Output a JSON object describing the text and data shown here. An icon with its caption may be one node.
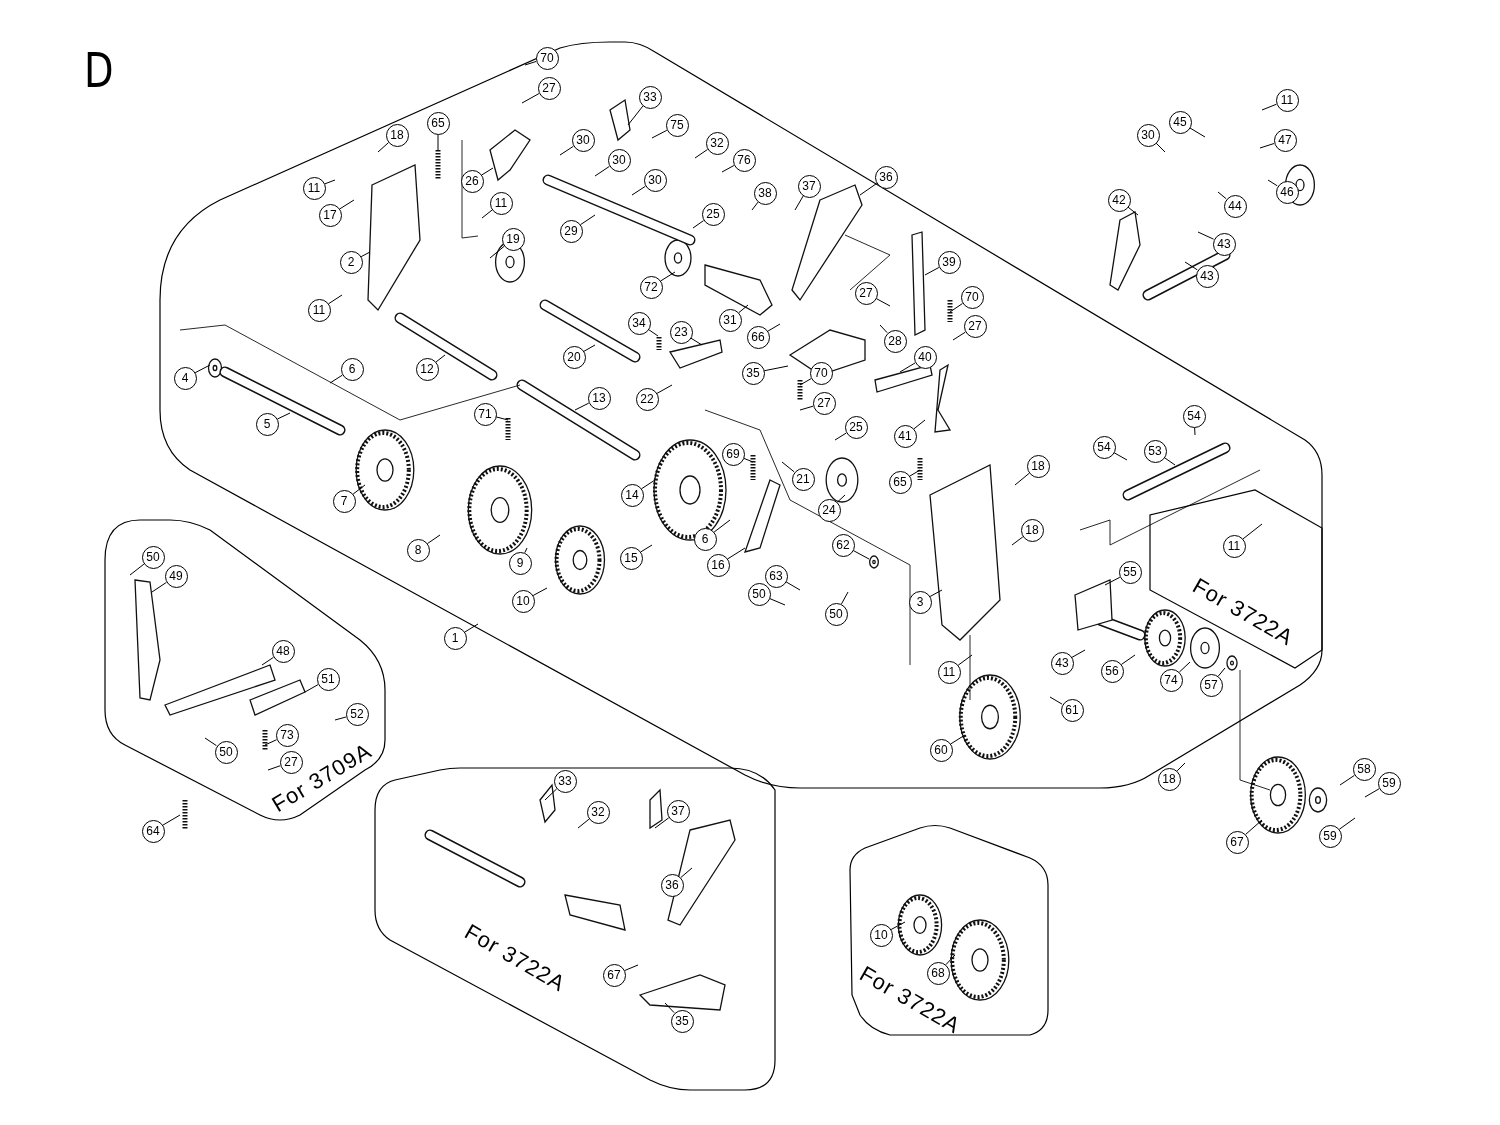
{
  "diagram": {
    "title": "D",
    "nodes": [
      {
        "text": [],
        "shape": "box"
      },
      {
        "text": [
          "For 3709A"
        ]
      },
      {
        "text": [
          "For 3722A"
        ]
      },
      {
        "text": [
          "For 3722A"
        ]
      },
      {
        "text": [
          "For 3722A"
        ],
        "in": 0
      },
      {
        "text": [
          "70"
        ],
        "in": 0
      },
      {
        "text": [
          "27"
        ],
        "in": 0
      },
      {
        "text": [
          "33"
        ],
        "in": 0
      },
      {
        "text": [
          "75"
        ],
        "in": 0
      },
      {
        "text": [
          "18"
        ],
        "in": 0
      },
      {
        "text": [
          "65"
        ],
        "in": 0
      },
      {
        "text": [
          "30"
        ],
        "in": 0
      },
      {
        "text": [
          "32"
        ],
        "in": 0
      },
      {
        "text": [
          "76"
        ],
        "in": 0
      },
      {
        "text": [
          "26"
        ],
        "in": 0
      },
      {
        "text": [
          "30"
        ],
        "in": 0
      },
      {
        "text": [
          "30"
        ],
        "in": 0
      },
      {
        "text": [
          "11"
        ],
        "in": 0
      },
      {
        "text": [
          "17"
        ],
        "in": 0
      },
      {
        "text": [
          "36"
        ],
        "in": 0
      },
      {
        "text": [
          "37"
        ],
        "in": 0
      },
      {
        "text": [
          "38"
        ],
        "in": 0
      },
      {
        "text": [
          "11"
        ],
        "in": 0
      },
      {
        "text": [
          "25"
        ],
        "in": 0
      },
      {
        "text": [
          "19"
        ],
        "in": 0
      },
      {
        "text": [
          "29"
        ],
        "in": 0
      },
      {
        "text": [
          "2"
        ],
        "in": 0
      },
      {
        "text": [
          "72"
        ],
        "in": 0
      },
      {
        "text": [
          "39"
        ],
        "in": 0
      },
      {
        "text": [
          "11"
        ],
        "in": 0
      },
      {
        "text": [
          "34"
        ],
        "in": 0
      },
      {
        "text": [
          "31"
        ],
        "in": 0
      },
      {
        "text": [
          "27"
        ],
        "in": 0
      },
      {
        "text": [
          "70"
        ],
        "in": 0
      },
      {
        "text": [
          "66"
        ],
        "in": 0
      },
      {
        "text": [
          "28"
        ],
        "in": 0
      },
      {
        "text": [
          "27"
        ],
        "in": 0
      },
      {
        "text": [
          "23"
        ],
        "in": 0
      },
      {
        "text": [
          "4"
        ],
        "in": 0
      },
      {
        "text": [
          "6"
        ],
        "in": 0
      },
      {
        "text": [
          "12"
        ],
        "in": 0
      },
      {
        "text": [
          "20"
        ],
        "in": 0
      },
      {
        "text": [
          "35"
        ],
        "in": 0
      },
      {
        "text": [
          "70"
        ],
        "in": 0
      },
      {
        "text": [
          "40"
        ],
        "in": 0
      },
      {
        "text": [
          "22"
        ],
        "in": 0
      },
      {
        "text": [
          "27"
        ],
        "in": 0
      },
      {
        "text": [
          "13"
        ],
        "in": 0
      },
      {
        "text": [
          "41"
        ],
        "in": 0
      },
      {
        "text": [
          "5"
        ],
        "in": 0
      },
      {
        "text": [
          "71"
        ],
        "in": 0
      },
      {
        "text": [
          "25"
        ],
        "in": 0
      },
      {
        "text": [
          "69"
        ],
        "in": 0
      },
      {
        "text": [
          "21"
        ],
        "in": 0
      },
      {
        "text": [
          "65"
        ],
        "in": 0
      },
      {
        "text": [
          "18"
        ],
        "in": 0
      },
      {
        "text": [
          "54"
        ],
        "in": 0
      },
      {
        "text": [
          "54"
        ],
        "in": 0
      },
      {
        "text": [
          "53"
        ],
        "in": 0
      },
      {
        "text": [
          "24"
        ],
        "in": 0
      },
      {
        "text": [
          "7"
        ],
        "in": 0
      },
      {
        "text": [
          "14"
        ],
        "in": 0
      },
      {
        "text": [
          "6"
        ],
        "in": 0
      },
      {
        "text": [
          "8"
        ],
        "in": 0
      },
      {
        "text": [
          "16"
        ],
        "in": 0
      },
      {
        "text": [
          "18"
        ],
        "in": 0
      },
      {
        "text": [
          "15"
        ],
        "in": 0
      },
      {
        "text": [
          "9"
        ],
        "in": 0
      },
      {
        "text": [
          "62"
        ],
        "in": 0
      },
      {
        "text": [
          "63"
        ],
        "in": 0
      },
      {
        "text": [
          "55"
        ],
        "in": 0
      },
      {
        "text": [
          "10"
        ],
        "in": 0
      },
      {
        "text": [
          "50"
        ],
        "in": 0
      },
      {
        "text": [
          "50"
        ],
        "in": 0
      },
      {
        "text": [
          "3"
        ],
        "in": 0
      },
      {
        "text": [
          "1"
        ],
        "in": 0
      },
      {
        "text": [
          "11"
        ],
        "in": 0
      },
      {
        "text": [
          "43"
        ],
        "in": 0
      },
      {
        "text": [
          "56"
        ],
        "in": 0
      },
      {
        "text": [
          "74"
        ],
        "in": 0
      },
      {
        "text": [
          "57"
        ],
        "in": 0
      },
      {
        "text": [
          "61"
        ],
        "in": 0
      },
      {
        "text": [
          "60"
        ],
        "in": 0
      },
      {
        "text": [
          "18"
        ],
        "in": 0
      },
      {
        "text": [
          "11"
        ],
        "in": 4
      },
      {
        "text": [
          "11"
        ]
      },
      {
        "text": [
          "45"
        ]
      },
      {
        "text": [
          "47"
        ]
      },
      {
        "text": [
          "30"
        ]
      },
      {
        "text": [
          "46"
        ]
      },
      {
        "text": [
          "42"
        ]
      },
      {
        "text": [
          "44"
        ]
      },
      {
        "text": [
          "43"
        ]
      },
      {
        "text": [
          "43"
        ]
      },
      {
        "text": [
          "58"
        ]
      },
      {
        "text": [
          "59"
        ]
      },
      {
        "text": [
          "67"
        ]
      },
      {
        "text": [
          "59"
        ]
      },
      {
        "text": [
          "50"
        ],
        "in": 1
      },
      {
        "text": [
          "49"
        ],
        "in": 1
      },
      {
        "text": [
          "48"
        ],
        "in": 1
      },
      {
        "text": [
          "51"
        ],
        "in": 1
      },
      {
        "text": [
          "52"
        ],
        "in": 1
      },
      {
        "text": [
          "73"
        ],
        "in": 1
      },
      {
        "text": [
          "27"
        ],
        "in": 1
      },
      {
        "text": [
          "50"
        ],
        "in": 1
      },
      {
        "text": [
          "64"
        ]
      },
      {
        "text": [
          "33"
        ],
        "in": 2
      },
      {
        "text": [
          "32"
        ],
        "in": 2
      },
      {
        "text": [
          "37"
        ],
        "in": 2
      },
      {
        "text": [
          "36"
        ],
        "in": 2
      },
      {
        "text": [
          "67"
        ],
        "in": 2
      },
      {
        "text": [
          "35"
        ],
        "in": 2
      },
      {
        "text": [
          "10"
        ],
        "in": 3
      },
      {
        "text": [
          "68"
        ],
        "in": 3
      }
    ],
    "edges": [
      {
        "from": 5,
        "to": null,
        "arrow": "none"
      },
      {
        "from": 6,
        "to": null,
        "arrow": "none"
      },
      {
        "from": 7,
        "to": null,
        "arrow": "none"
      },
      {
        "from": 8,
        "to": null,
        "arrow": "none"
      },
      {
        "from": 9,
        "to": null,
        "arrow": "none"
      },
      {
        "from": 10,
        "to": null,
        "arrow": "none"
      },
      {
        "from": 11,
        "to": null,
        "arrow": "none"
      },
      {
        "from": 12,
        "to": null,
        "arrow": "none"
      },
      {
        "from": 13,
        "to": null,
        "arrow": "none"
      },
      {
        "from": 14,
        "to": null,
        "arrow": "none"
      },
      {
        "from": 15,
        "to": null,
        "arrow": "none"
      },
      {
        "from": 16,
        "to": null,
        "arrow": "none"
      },
      {
        "from": 17,
        "to": null,
        "arrow": "none"
      },
      {
        "from": 18,
        "to": null,
        "arrow": "none"
      },
      {
        "from": 19,
        "to": null,
        "arrow": "none"
      },
      {
        "from": 20,
        "to": null,
        "arrow": "none"
      },
      {
        "from": 21,
        "to": null,
        "arrow": "none"
      },
      {
        "from": 22,
        "to": null,
        "arrow": "none"
      },
      {
        "from": 23,
        "to": null,
        "arrow": "none"
      },
      {
        "from": 24,
        "to": null,
        "arrow": "none"
      },
      {
        "from": 25,
        "to": null,
        "arrow": "none"
      },
      {
        "from": 26,
        "to": null,
        "arrow": "none"
      },
      {
        "from": 27,
        "to": null,
        "arrow": "none"
      },
      {
        "from": 28,
        "to": null,
        "arrow": "none"
      },
      {
        "from": 29,
        "to": null,
        "arrow": "none"
      },
      {
        "from": 30,
        "to": null,
        "arrow": "none"
      },
      {
        "from": 31,
        "to": null,
        "arrow": "none"
      },
      {
        "from": 32,
        "to": null,
        "arrow": "none"
      },
      {
        "from": 33,
        "to": null,
        "arrow": "none"
      },
      {
        "from": 34,
        "to": null,
        "arrow": "none"
      },
      {
        "from": 35,
        "to": null,
        "arrow": "none"
      },
      {
        "from": 36,
        "to": null,
        "arrow": "none"
      },
      {
        "from": 37,
        "to": null,
        "arrow": "none"
      },
      {
        "from": 38,
        "to": null,
        "arrow": "none"
      },
      {
        "from": 39,
        "to": null,
        "arrow": "none"
      },
      {
        "from": 40,
        "to": null,
        "arrow": "none"
      },
      {
        "from": 41,
        "to": null,
        "arrow": "none"
      },
      {
        "from": 42,
        "to": null,
        "arrow": "none"
      },
      {
        "from": 43,
        "to": null,
        "arrow": "none"
      },
      {
        "from": 44,
        "to": null,
        "arrow": "none"
      },
      {
        "from": 45,
        "to": null,
        "arrow": "none"
      },
      {
        "from": 46,
        "to": null,
        "arrow": "none"
      },
      {
        "from": 47,
        "to": null,
        "arrow": "none"
      },
      {
        "from": 48,
        "to": null,
        "arrow": "none"
      },
      {
        "from": 49,
        "to": null,
        "arrow": "none"
      },
      {
        "from": 50,
        "to": null,
        "arrow": "none"
      },
      {
        "from": 51,
        "to": null,
        "arrow": "none"
      },
      {
        "from": 52,
        "to": null,
        "arrow": "none"
      },
      {
        "from": 53,
        "to": null,
        "arrow": "none"
      },
      {
        "from": 54,
        "to": null,
        "arrow": "none"
      },
      {
        "from": 55,
        "to": null,
        "arrow": "none"
      },
      {
        "from": 56,
        "to": null,
        "arrow": "none"
      },
      {
        "from": 57,
        "to": null,
        "arrow": "none"
      },
      {
        "from": 58,
        "to": null,
        "arrow": "none"
      },
      {
        "from": 59,
        "to": null,
        "arrow": "none"
      },
      {
        "from": 60,
        "to": null,
        "arrow": "none"
      },
      {
        "from": 61,
        "to": null,
        "arrow": "none"
      },
      {
        "from": 62,
        "to": null,
        "arrow": "none"
      },
      {
        "from": 63,
        "to": null,
        "arrow": "none"
      },
      {
        "from": 64,
        "to": null,
        "arrow": "none"
      },
      {
        "from": 65,
        "to": null,
        "arrow": "none"
      },
      {
        "from": 66,
        "to": null,
        "arrow": "none"
      },
      {
        "from": 67,
        "to": null,
        "arrow": "none"
      },
      {
        "from": 68,
        "to": null,
        "arrow": "none"
      },
      {
        "from": 69,
        "to": null,
        "arrow": "none"
      },
      {
        "from": 70,
        "to": null,
        "arrow": "none"
      },
      {
        "from": 71,
        "to": null,
        "arrow": "none"
      },
      {
        "from": 72,
        "to": null,
        "arrow": "none"
      },
      {
        "from": 73,
        "to": null,
        "arrow": "none"
      },
      {
        "from": 74,
        "to": null,
        "arrow": "none"
      },
      {
        "from": 75,
        "to": 0,
        "arrow": "none"
      },
      {
        "from": 76,
        "to": null,
        "arrow": "none"
      },
      {
        "from": 77,
        "to": null,
        "arrow": "none"
      },
      {
        "from": 78,
        "to": null,
        "arrow": "none"
      },
      {
        "from": 79,
        "to": null,
        "arrow": "none"
      },
      {
        "from": 80,
        "to": null,
        "arrow": "none"
      },
      {
        "from": 81,
        "to": null,
        "arrow": "none"
      },
      {
        "from": 82,
        "to": null,
        "arrow": "none"
      },
      {
        "from": 83,
        "to": null,
        "arrow": "none"
      },
      {
        "from": 84,
        "to": null,
        "arrow": "none"
      },
      {
        "from": 85,
        "to": null,
        "arrow": "none"
      },
      {
        "from": 86,
        "to": null,
        "arrow": "none"
      },
      {
        "from": 87,
        "to": null,
        "arrow": "none"
      },
      {
        "from": 88,
        "to": null,
        "arrow": "none"
      },
      {
        "from": 89,
        "to": null,
        "arrow": "none"
      },
      {
        "from": 90,
        "to": null,
        "arrow": "none"
      },
      {
        "from": 91,
        "to": null,
        "arrow": "none"
      },
      {
        "from": 92,
        "to": null,
        "arrow": "none"
      },
      {
        "from": 93,
        "to": null,
        "arrow": "none"
      },
      {
        "from": 94,
        "to": null,
        "arrow": "none"
      },
      {
        "from": 95,
        "to": null,
        "arrow": "none"
      },
      {
        "from": 96,
        "to": null,
        "arrow": "none"
      },
      {
        "from": 97,
        "to": null,
        "arrow": "none"
      },
      {
        "from": 98,
        "to": null,
        "arrow": "none"
      },
      {
        "from": 99,
        "to": null,
        "arrow": "none"
      },
      {
        "from": 100,
        "to": null,
        "arrow": "none"
      },
      {
        "from": 101,
        "to": null,
        "arrow": "none"
      },
      {
        "from": 102,
        "to": null,
        "arrow": "none"
      },
      {
        "from": 103,
        "to": null,
        "arrow": "none"
      },
      {
        "from": 104,
        "to": null,
        "arrow": "none"
      },
      {
        "from": 105,
        "to": null,
        "arrow": "none"
      },
      {
        "from": 106,
        "to": null,
        "arrow": "none"
      },
      {
        "from": 107,
        "to": null,
        "arrow": "none"
      },
      {
        "from": 108,
        "to": null,
        "arrow": "none"
      },
      {
        "from": 109,
        "to": null,
        "arrow": "none"
      },
      {
        "from": 110,
        "to": null,
        "arrow": "none"
      },
      {
        "from": 111,
        "to": null,
        "arrow": "none"
      },
      {
        "from": 112,
        "to": null,
        "arrow": "none"
      },
      {
        "from": 113,
        "to": null,
        "arrow": "none"
      },
      {
        "from": 114,
        "to": null,
        "arrow": "none"
      }
    ]
  }
}
